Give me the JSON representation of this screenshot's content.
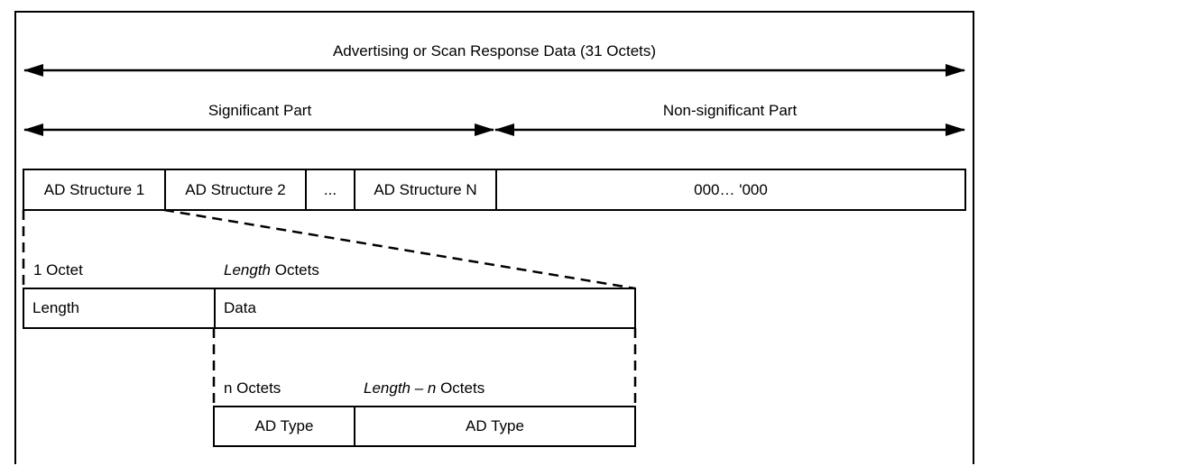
{
  "title": "Advertising or Scan Response Data (31 Octets)",
  "significant_part": "Significant Part",
  "non_significant_part": "Non-significant Part",
  "structures": [
    {
      "label": "AD Structure 1"
    },
    {
      "label": "AD Structure 2"
    },
    {
      "label": "..."
    },
    {
      "label": "AD Structure N"
    },
    {
      "label": "000… '000"
    }
  ],
  "ad_structure": {
    "length_octets_label": "1 Octet",
    "data_octets_italic": "Length",
    "data_octets_rest": " Octets",
    "length_field": "Length",
    "data_field": "Data"
  },
  "ad_data": {
    "type_octets_label": "n Octets",
    "data_octets_italic": "Length – n",
    "data_octets_rest": " Octets",
    "type_field": "AD Type",
    "data_field": "AD Type"
  }
}
